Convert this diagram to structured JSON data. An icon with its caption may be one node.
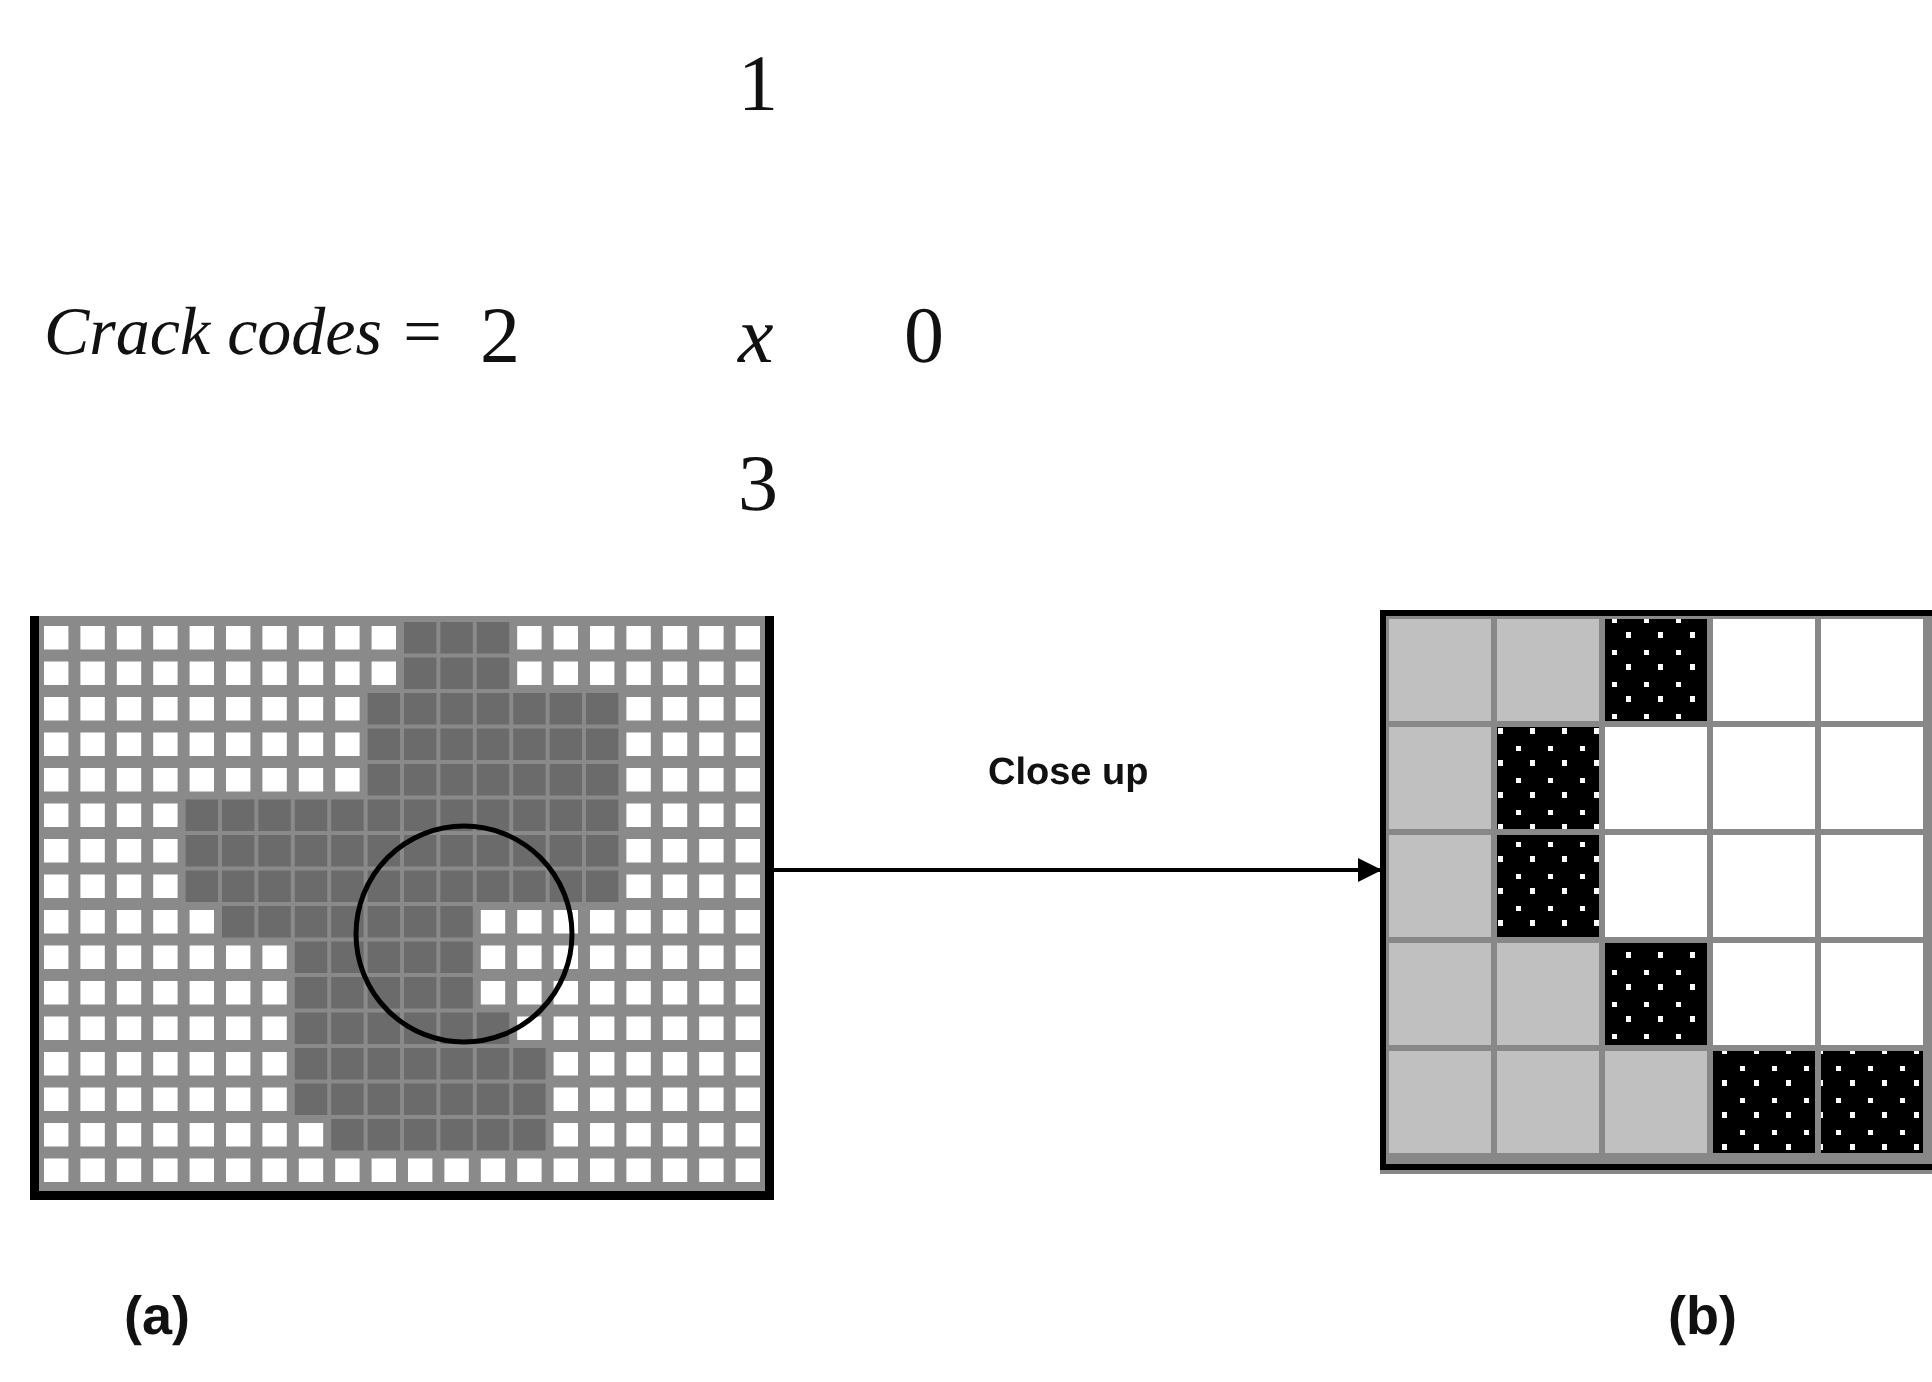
{
  "diagram": {
    "nodes": [
      {
        "text": [],
        "shape": "picture"
      },
      {
        "text": [],
        "shape": "picture"
      }
    ],
    "edges": [
      {
        "from": 0,
        "to": 1,
        "arrow": "to",
        "label": "Close up"
      }
    ],
    "labels": [
      "1",
      "Crack codes =",
      "2",
      "x",
      "0",
      "3",
      "(a)",
      "(b)"
    ]
  }
}
